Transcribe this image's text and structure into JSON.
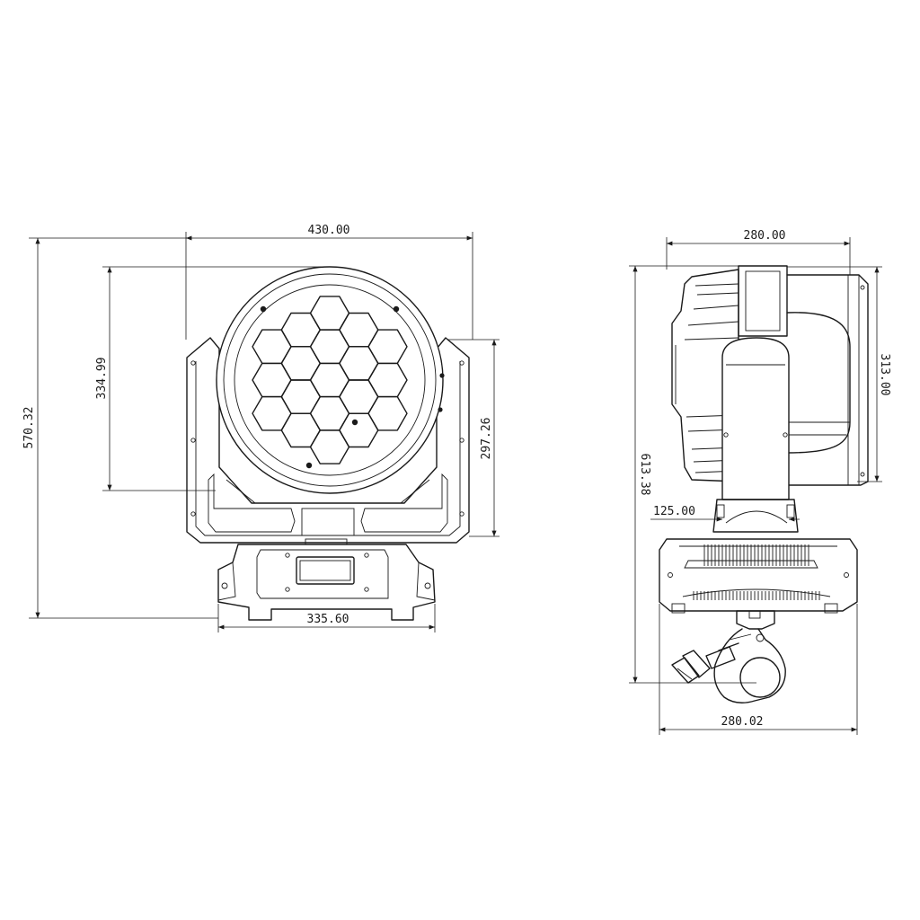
{
  "dimensions": {
    "front_width": "430.00",
    "front_total_height": "570.32",
    "front_head_height": "334.99",
    "front_yoke_height": "297.26",
    "front_base_width": "335.60",
    "side_width": "280.00",
    "side_total_height": "613.38",
    "side_head_height": "313.00",
    "side_neck_width": "125.00",
    "side_base_width": "280.02"
  },
  "colors": {
    "line": "#1a1a1a",
    "background": "#ffffff"
  }
}
